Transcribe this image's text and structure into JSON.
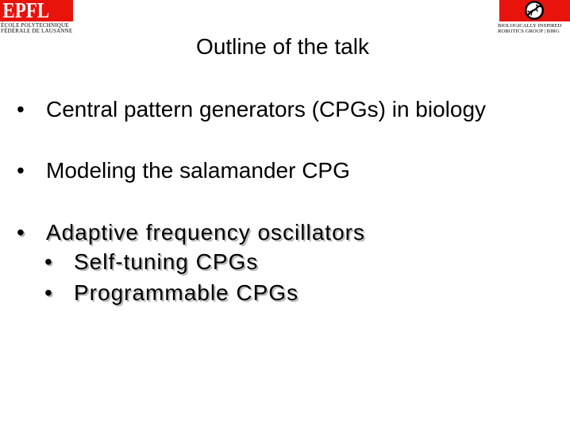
{
  "header": {
    "left_logo": {
      "wordmark": "EPFL",
      "line1": "ÉCOLE POLYTECHNIQUE",
      "line2": "FÉDÉRALE DE LAUSANNE"
    },
    "right_logo": {
      "line1": "BIOLOGICALLY INSPIRED",
      "line2": "ROBOTICS GROUP | BIRG"
    }
  },
  "slide": {
    "title": "Outline of the talk",
    "bullets": [
      {
        "marker": "•",
        "text": "Central pattern generators (CPGs) in biology"
      },
      {
        "marker": "•",
        "text": "Modeling the salamander CPG"
      },
      {
        "marker": "•",
        "text": "Adaptive frequency oscillators",
        "sub": [
          {
            "marker": "•",
            "text": "Self-tuning CPGs"
          },
          {
            "marker": "•",
            "text": "Programmable CPGs"
          }
        ]
      }
    ]
  },
  "colors": {
    "brand_red": "#e8130b",
    "shadow": "#b8b8b8"
  }
}
